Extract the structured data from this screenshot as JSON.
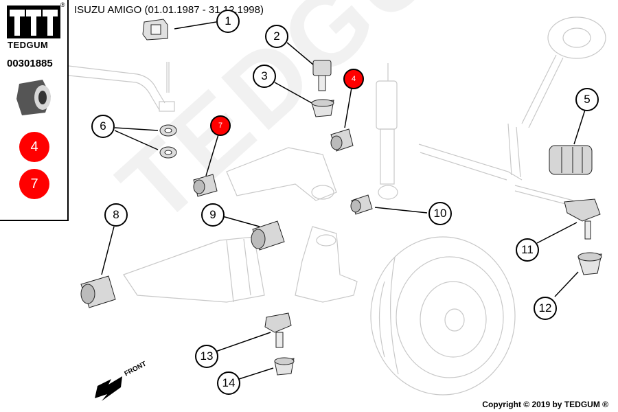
{
  "header": {
    "title": "ISUZU AMIGO (01.01.1987 - 31.12.1998)"
  },
  "sidebar": {
    "brand": "TEDGUM",
    "registered_mark": "®",
    "part_number": "00301885",
    "highlighted_items": [
      "4",
      "7"
    ]
  },
  "watermark": "TEDGUM",
  "front_label": "FRONT",
  "callouts": [
    "1",
    "2",
    "3",
    "4",
    "5",
    "6",
    "7",
    "8",
    "9",
    "10",
    "11",
    "12",
    "13",
    "14"
  ],
  "copyright": "Copyright © 2019 by TEDGUM ®",
  "colors": {
    "highlight_red": "#ff0000",
    "line_black": "#000000",
    "ghost_gray": "#c8c8c8"
  }
}
